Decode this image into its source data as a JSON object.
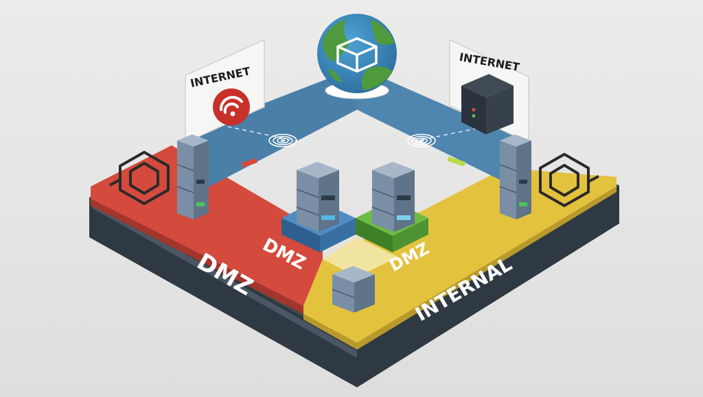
{
  "labels": {
    "internet_left": "INTERNET",
    "internet_right": "INTERNET",
    "dmz_outer": "DMZ",
    "dmz_inner": "DMZ",
    "dmz_yellow": "DMZ",
    "internal": "INTERNAL"
  },
  "colors": {
    "background": "#e7e7e6",
    "red_zone": "#d44a3c",
    "yellow_zone": "#e3c23e",
    "blue_corridor": "#4a7fa8",
    "dark_base": "#2f3943",
    "server": "#7f95ad",
    "green_pad": "#5aa83a",
    "blue_pad": "#3f78b5"
  },
  "icons": [
    "globe-icon",
    "wifi-icon",
    "router-icon",
    "fingerprint-icon",
    "shield-chip-icon",
    "server-icon"
  ]
}
